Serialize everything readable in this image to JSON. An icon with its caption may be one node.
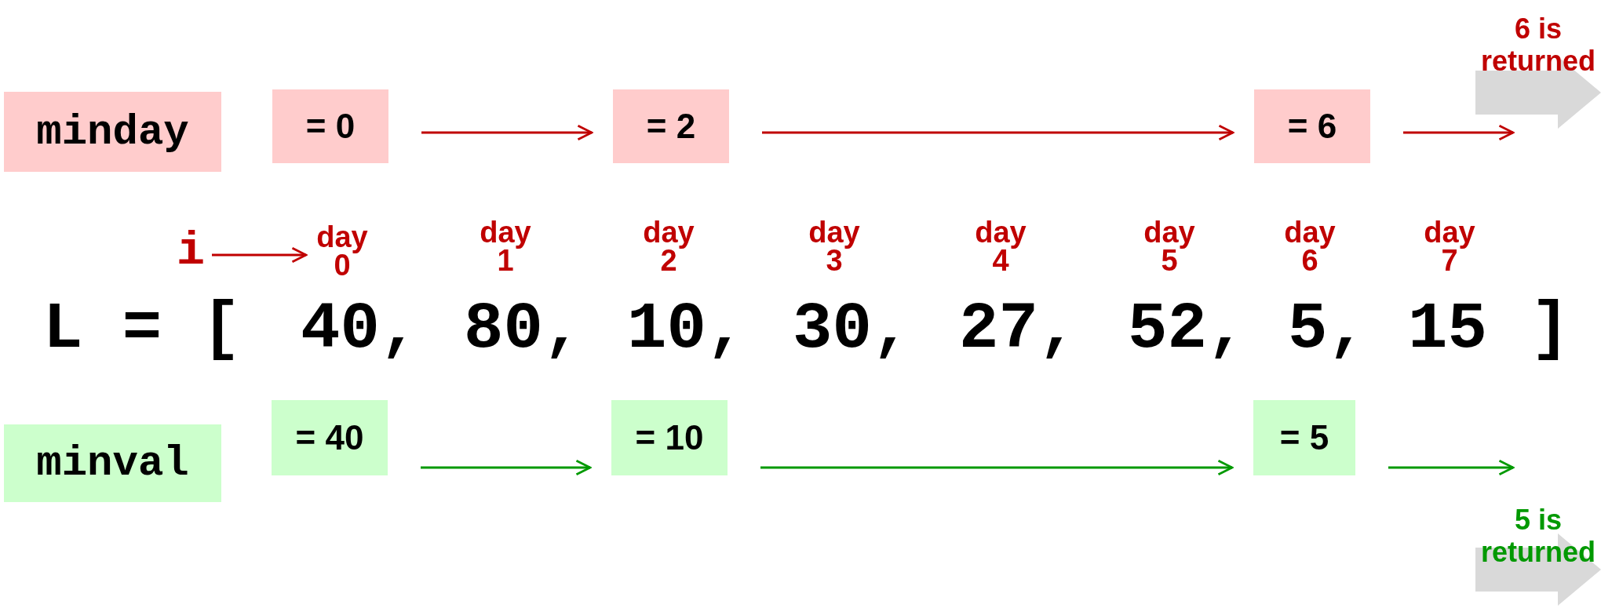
{
  "diagram": {
    "nodes": [
      {
        "text": [
          "minday"
        ]
      },
      {
        "text": [
          "= 0"
        ]
      },
      {
        "text": [
          "= 2"
        ]
      },
      {
        "text": [
          "= 6"
        ]
      },
      {
        "text": [
          "6 is returned"
        ]
      },
      {
        "text": [
          "minval"
        ]
      },
      {
        "text": [
          "= 40"
        ]
      },
      {
        "text": [
          "= 10"
        ]
      },
      {
        "text": [
          "= 5"
        ]
      },
      {
        "text": [
          "5 is returned"
        ]
      },
      {
        "text": [
          "i"
        ]
      },
      {
        "text": [
          "day 0"
        ]
      }
    ],
    "edges": [
      {
        "from": 1,
        "to": 2,
        "arrow": "to"
      },
      {
        "from": 2,
        "to": 3,
        "arrow": "to"
      },
      {
        "from": 3,
        "to": 4,
        "arrow": "to"
      },
      {
        "from": 10,
        "to": 11,
        "arrow": "to"
      },
      {
        "from": 6,
        "to": 7,
        "arrow": "to",
        "color": "#009900"
      },
      {
        "from": 7,
        "to": 8,
        "arrow": "to",
        "color": "#009900"
      },
      {
        "from": 8,
        "to": 9,
        "arrow": "to",
        "color": "#009900"
      }
    ],
    "labels": [
      "day 1",
      "day 2",
      "day 3",
      "day 4",
      "day 5",
      "day 6",
      "day 7",
      "L = [",
      "40,",
      "80,",
      "10,",
      "30,",
      "27,",
      "52,",
      "5,",
      "15",
      "]"
    ]
  }
}
